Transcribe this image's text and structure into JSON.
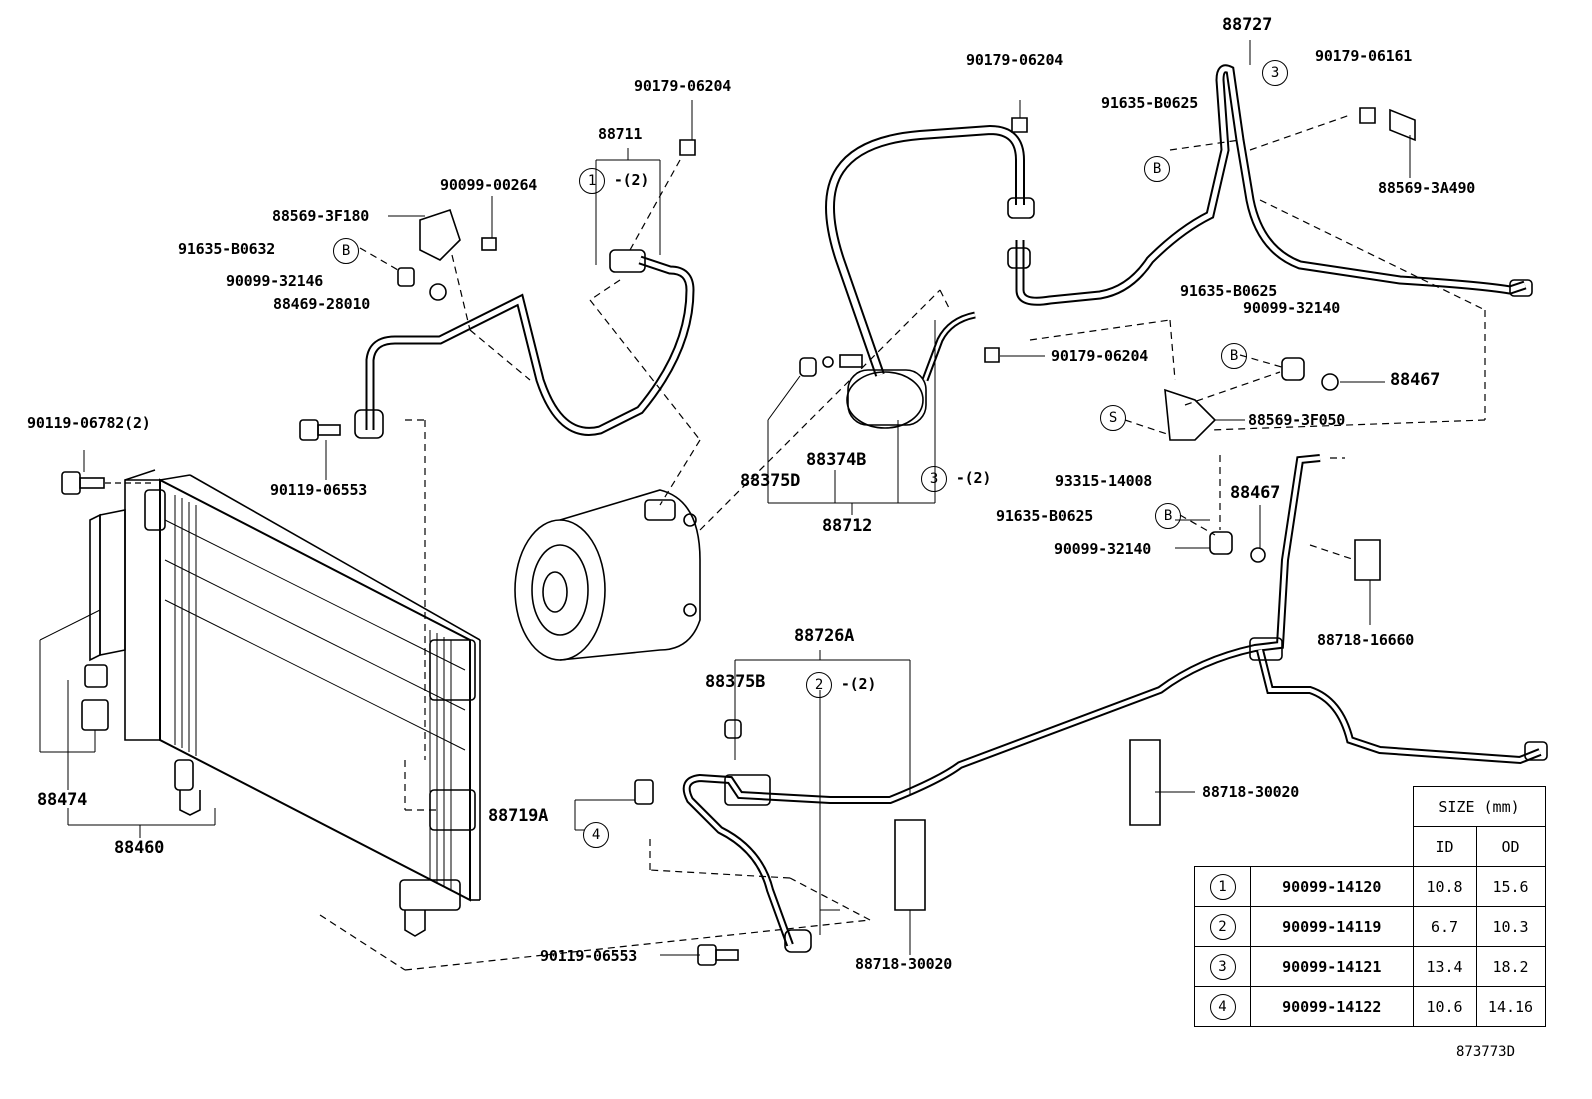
{
  "labels": {
    "p88711": "88711",
    "p90179_06204_a": "90179-06204",
    "p90099_00264": "90099-00264",
    "p88569_3F180": "88569-3F180",
    "p91635_B0632": "91635-B0632",
    "p90099_32146": "90099-32146",
    "p88469_28010": "88469-28010",
    "p90119_06782": "90119-06782(2)",
    "p90119_06553_a": "90119-06553",
    "p88474": "88474",
    "p88460": "88460",
    "p90179_06204_b": "90179-06204",
    "p88727": "88727",
    "p90179_06161": "90179-06161",
    "p91635_B0625_a": "91635-B0625",
    "p88569_3A490": "88569-3A490",
    "p90179_06204_c": "90179-06204",
    "p91635_B0625_b": "91635-B0625",
    "p90099_32140_a": "90099-32140",
    "p88467_a": "88467",
    "p88569_3F050": "88569-3F050",
    "p93315_14008": "93315-14008",
    "p88467_b": "88467",
    "p91635_B0625_c": "91635-B0625",
    "p90099_32140_b": "90099-32140",
    "p88718_16660": "88718-16660",
    "p88374B": "88374B",
    "p88375D": "88375D",
    "p88712": "88712",
    "p88726A": "88726A",
    "p88375B": "88375B",
    "p88719A": "88719A",
    "p88718_30020_a": "88718-30020",
    "p88718_30020_b": "88718-30020",
    "p90119_06553_b": "90119-06553",
    "qty2": "-(2)"
  },
  "callouts": {
    "c1": "1",
    "c2": "2",
    "c3": "3",
    "c4": "4",
    "B": "B",
    "S": "S"
  },
  "size_table": {
    "header": "SIZE (mm)",
    "col_id": "ID",
    "col_od": "OD",
    "rows": [
      {
        "ref": "1",
        "part": "90099-14120",
        "id": "10.8",
        "od": "15.6"
      },
      {
        "ref": "2",
        "part": "90099-14119",
        "id": "6.7",
        "od": "10.3"
      },
      {
        "ref": "3",
        "part": "90099-14121",
        "id": "13.4",
        "od": "18.2"
      },
      {
        "ref": "4",
        "part": "90099-14122",
        "id": "10.6",
        "od": "14.16"
      }
    ]
  },
  "figure_code": "873773D"
}
